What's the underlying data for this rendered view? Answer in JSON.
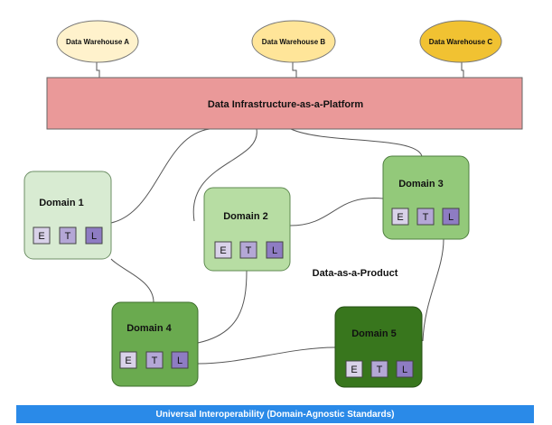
{
  "warehouses": [
    "Data Warehouse A",
    "Data Warehouse B",
    "Data Warehouse C"
  ],
  "platform_label": "Data Infrastructure-as-a-Platform",
  "product_label": "Data-as-a-Product",
  "domains": [
    {
      "label": "Domain 1",
      "color": "#d8ebd2",
      "border": "#6e8f66"
    },
    {
      "label": "Domain 2",
      "color": "#b7dda3",
      "border": "#5f8a51"
    },
    {
      "label": "Domain 3",
      "color": "#93c97a",
      "border": "#4f7f40"
    },
    {
      "label": "Domain 4",
      "color": "#6aaa4f",
      "border": "#3e6e2c"
    },
    {
      "label": "Domain 5",
      "color": "#38761d",
      "border": "#234d12"
    }
  ],
  "etl": [
    "E",
    "T",
    "L"
  ],
  "footer": "Universal Interoperability (Domain-Agnostic Standards)",
  "colors": {
    "warehouse_a": "#fff2cc",
    "warehouse_b": "#ffe599",
    "warehouse_c": "#f1c232",
    "platform": "#ea9999",
    "etl_e": "#d9d2e9",
    "etl_t": "#b4a7d6",
    "etl_l": "#8e7cc3",
    "footer": "#2a8ae8"
  }
}
